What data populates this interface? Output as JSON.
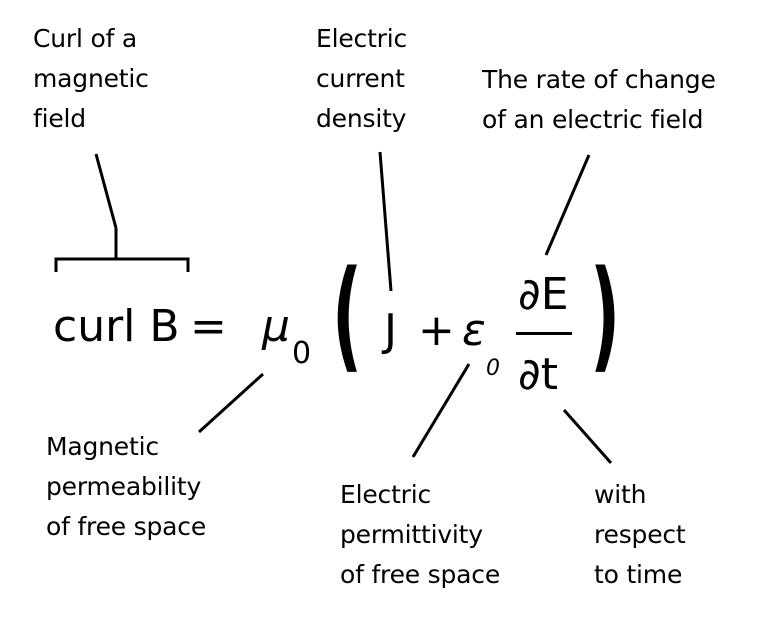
{
  "labels": {
    "curl": [
      "Curl of a",
      "magnetic",
      "field"
    ],
    "current": [
      "Electric",
      "current",
      "density"
    ],
    "rate": [
      "The rate of change",
      "of an electric field"
    ],
    "permeability": [
      "Magnetic",
      "permeability",
      "of free space"
    ],
    "permittivity": [
      "Electric",
      "permittivity",
      "of free space"
    ],
    "time": [
      "with",
      "respect",
      "to time"
    ]
  },
  "equation": {
    "lhs": "curl B",
    "equals": "=",
    "mu": "μ",
    "mu_sub": "0",
    "open_paren": "(",
    "J": "J",
    "plus": "+",
    "epsilon": "ε",
    "epsilon_sub": "0",
    "numerator": "∂E",
    "denominator": "∂t",
    "close_paren": ")"
  },
  "colors": {
    "ink": "#000000",
    "background": "#ffffff"
  }
}
